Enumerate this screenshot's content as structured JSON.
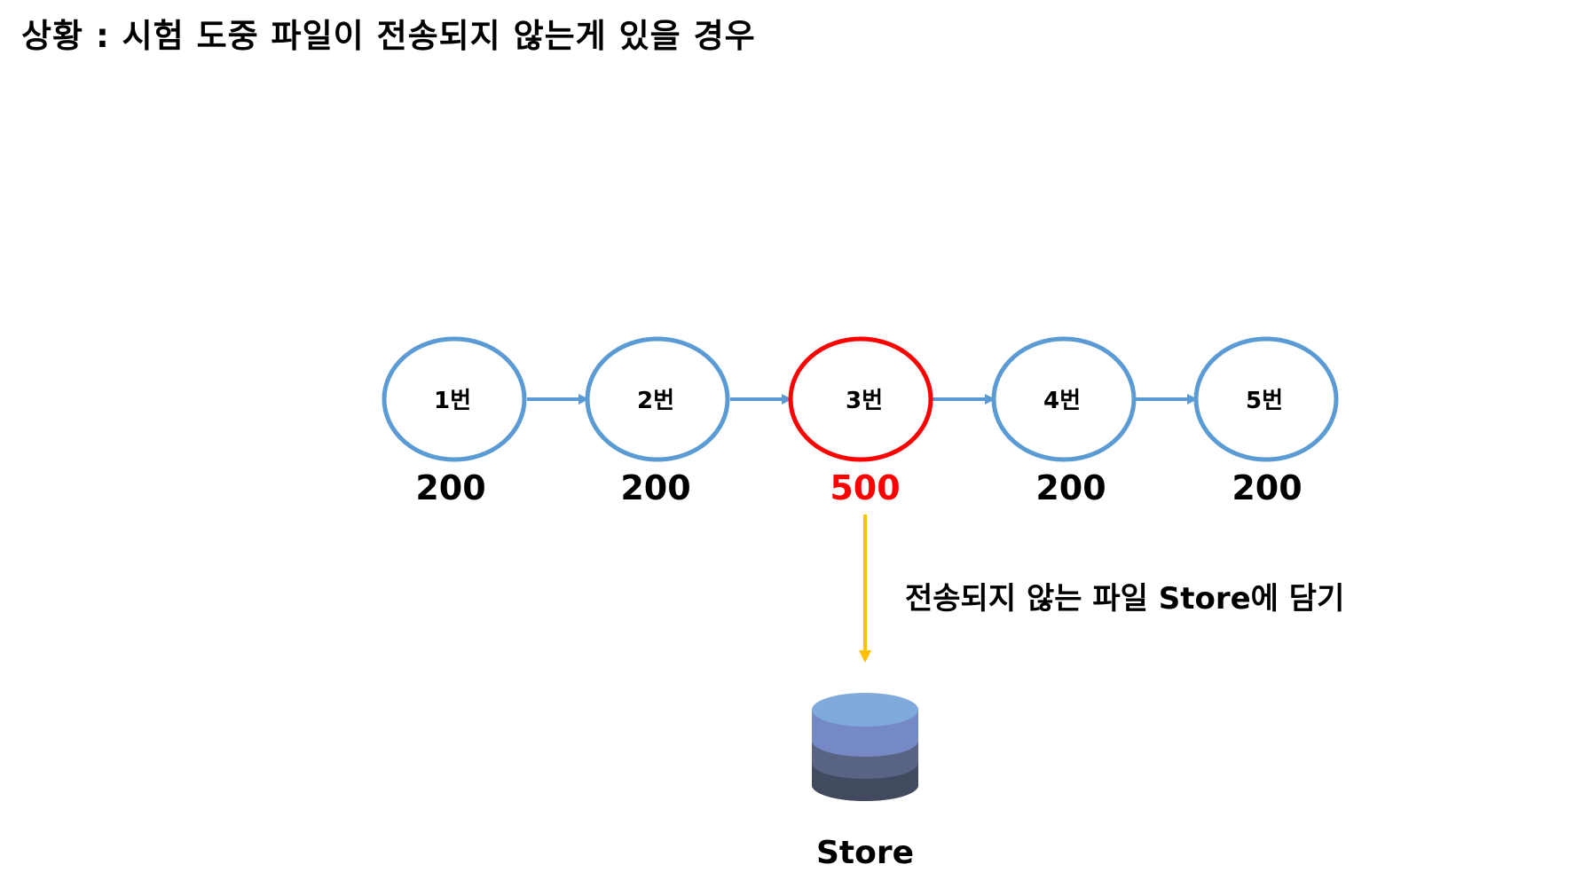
{
  "title": "상황 : 시험 도중 파일이 전송되지 않는게 있을 경우",
  "nodes": [
    {
      "label": "1번",
      "status": "200",
      "failed": false
    },
    {
      "label": "2번",
      "status": "200",
      "failed": false
    },
    {
      "label": "3번",
      "status": "500",
      "failed": true
    },
    {
      "label": "4번",
      "status": "200",
      "failed": false
    },
    {
      "label": "5번",
      "status": "200",
      "failed": false
    }
  ],
  "annotation": "전송되지 않는 파일 Store에 담기",
  "store": {
    "label": "Store"
  },
  "colors": {
    "node_stroke": "#5B9BD5",
    "failed_stroke": "#FF0000",
    "failed_text": "#FF0000",
    "arrow": "#5B9BD5",
    "store_arrow": "#FFC000",
    "db_top": "#7FAADB",
    "db_layer1": "#7589C4",
    "db_layer2": "#596384",
    "db_layer3": "#424A60"
  }
}
